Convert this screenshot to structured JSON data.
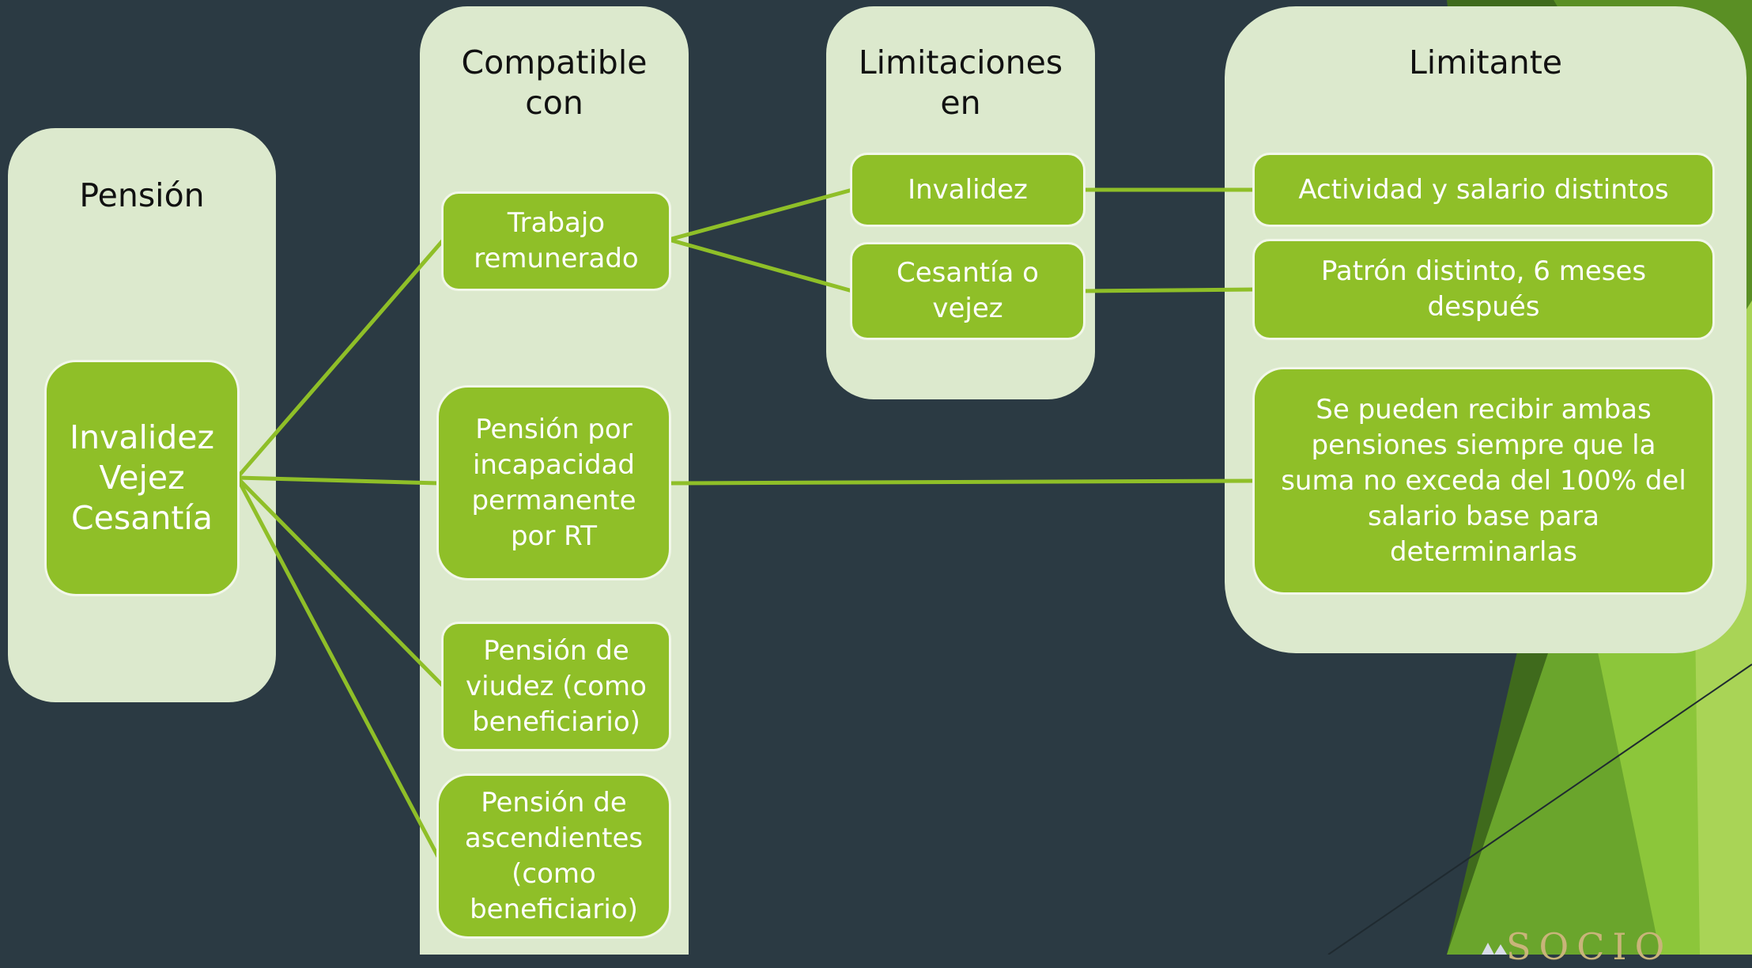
{
  "columns": {
    "pension": {
      "title": "Pensión"
    },
    "compatible": {
      "title": "Compatible\ncon"
    },
    "limitaciones": {
      "title": "Limitaciones\nen"
    },
    "limitante": {
      "title": "Limitante"
    }
  },
  "nodes": {
    "root": "Invalidez\nVejez\nCesantía",
    "trabajo": "Trabajo\nremunerado",
    "incapacidad": "Pensión por\nincapacidad\npermanente\npor RT",
    "viudez": "Pensión de\nviudez (como\nbeneficiario)",
    "ascendientes": "Pensión de\nascendientes\n(como\nbeneficiario)",
    "invalidez": "Invalidez",
    "cesantia": "Cesantía o\nvejez",
    "actividad": "Actividad y salario distintos",
    "patron": "Patrón distinto, 6 meses\ndespués",
    "ambas": "Se pueden recibir ambas\npensiones siempre que la\nsuma no exceda del 100% del\nsalario base para\ndeterminarlas"
  },
  "logo": {
    "text": "SOCIO"
  },
  "colors": {
    "background": "#2b3a43",
    "panel": "#dce9cd",
    "node": "#8fbf28",
    "connector": "#8fbf28",
    "node_border": "#f2f7ea"
  }
}
